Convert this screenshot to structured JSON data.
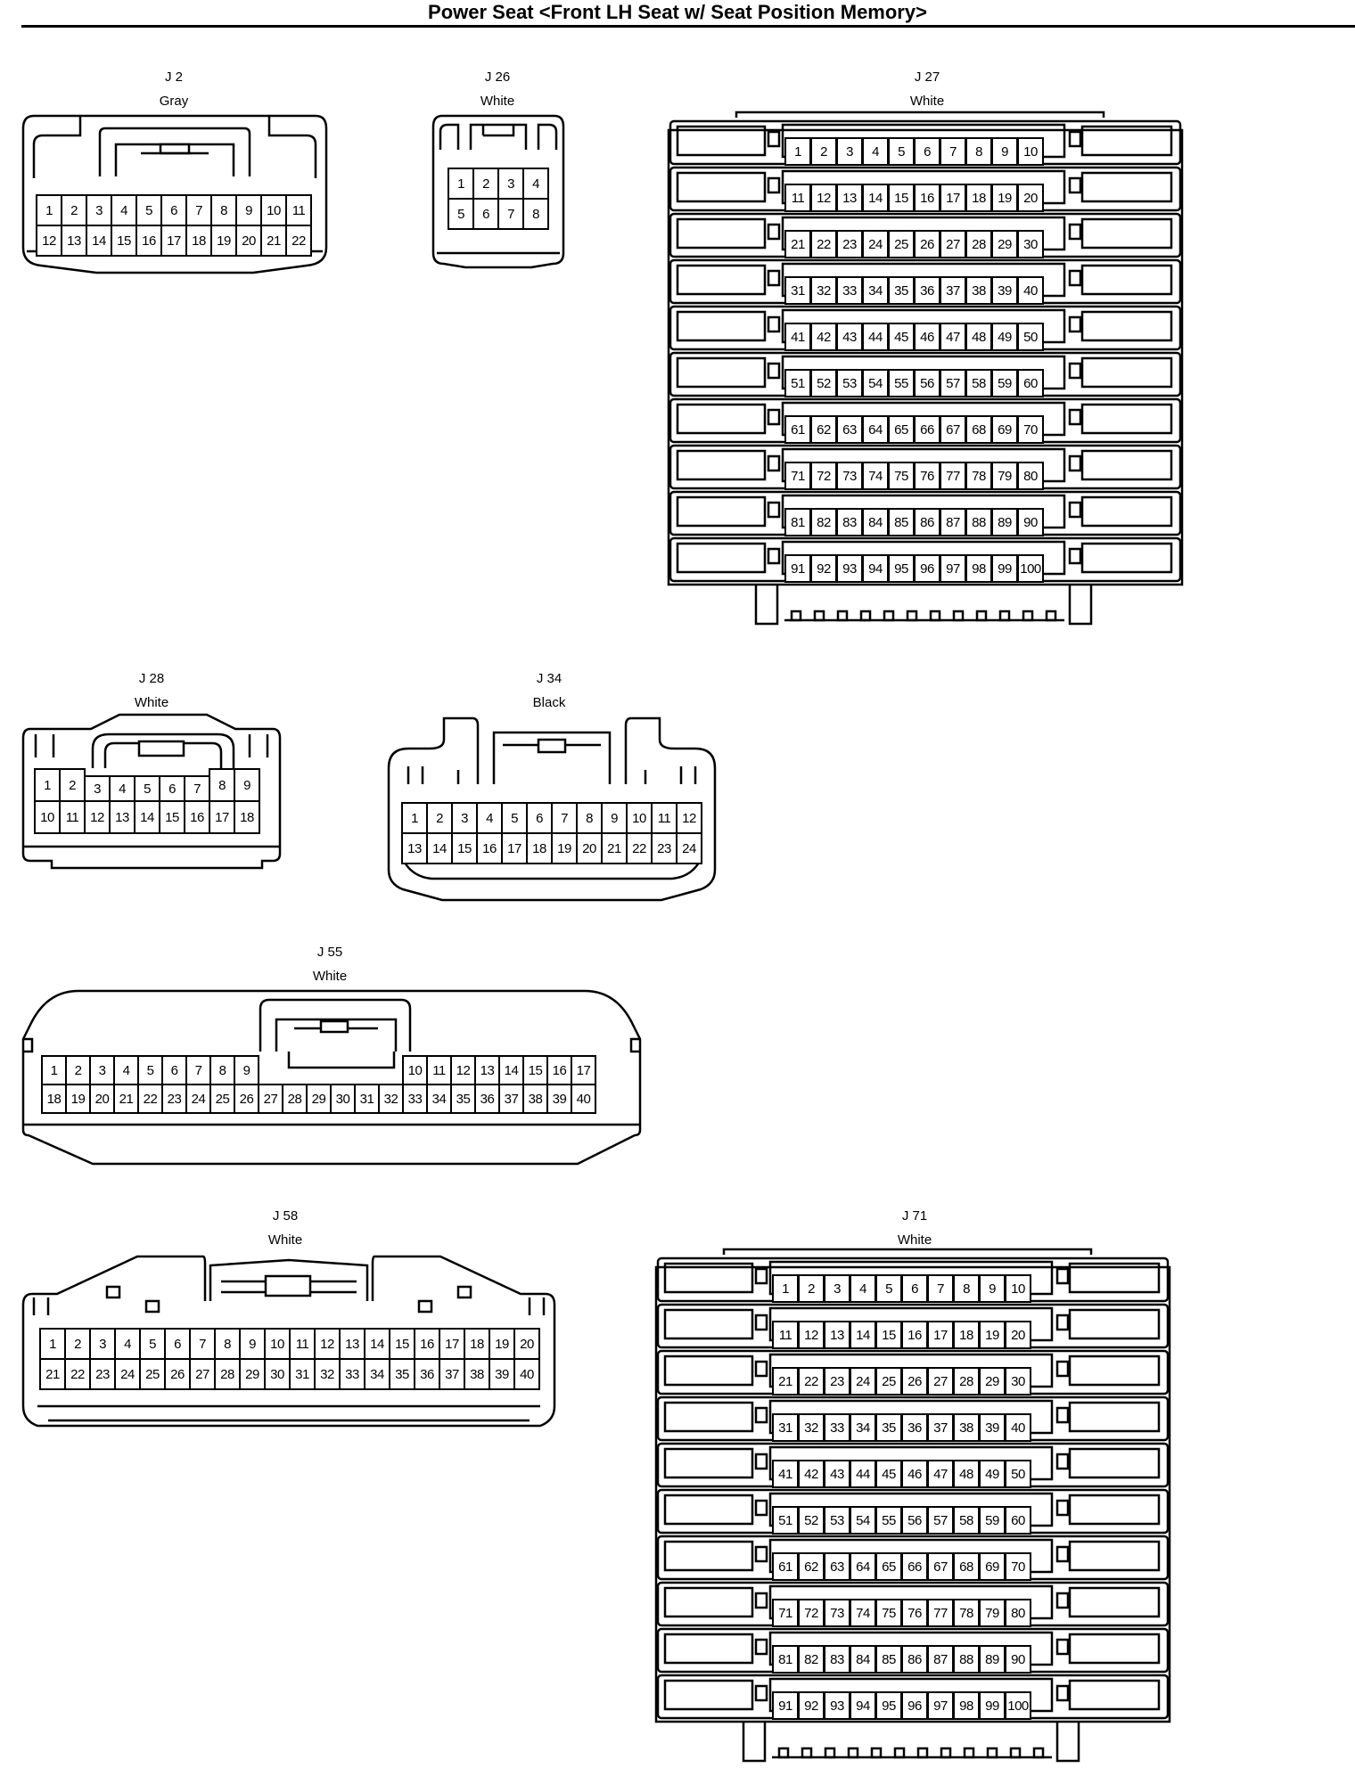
{
  "title": "Power Seat <Front LH Seat w/ Seat Position Memory>",
  "connectors": [
    {
      "id": "J 2",
      "color": "Gray"
    },
    {
      "id": "J 26",
      "color": "White"
    },
    {
      "id": "J 27",
      "color": "White"
    },
    {
      "id": "J 28",
      "color": "White"
    },
    {
      "id": "J 34",
      "color": "Black"
    },
    {
      "id": "J 55",
      "color": "White"
    },
    {
      "id": "J 58",
      "color": "White"
    },
    {
      "id": "J 71",
      "color": "White"
    }
  ],
  "pins": {
    "j2": [
      [
        "1",
        "2",
        "3",
        "4",
        "5",
        "6",
        "7",
        "8",
        "9",
        "10",
        "11"
      ],
      [
        "12",
        "13",
        "14",
        "15",
        "16",
        "17",
        "18",
        "19",
        "20",
        "21",
        "22"
      ]
    ],
    "j26": [
      [
        "1",
        "2",
        "3",
        "4"
      ],
      [
        "5",
        "6",
        "7",
        "8"
      ]
    ],
    "j27": [
      [
        "1",
        "2",
        "3",
        "4",
        "5",
        "6",
        "7",
        "8",
        "9",
        "10"
      ],
      [
        "11",
        "12",
        "13",
        "14",
        "15",
        "16",
        "17",
        "18",
        "19",
        "20"
      ],
      [
        "21",
        "22",
        "23",
        "24",
        "25",
        "26",
        "27",
        "28",
        "29",
        "30"
      ],
      [
        "31",
        "32",
        "33",
        "34",
        "35",
        "36",
        "37",
        "38",
        "39",
        "40"
      ],
      [
        "41",
        "42",
        "43",
        "44",
        "45",
        "46",
        "47",
        "48",
        "49",
        "50"
      ],
      [
        "51",
        "52",
        "53",
        "54",
        "55",
        "56",
        "57",
        "58",
        "59",
        "60"
      ],
      [
        "61",
        "62",
        "63",
        "64",
        "65",
        "66",
        "67",
        "68",
        "69",
        "70"
      ],
      [
        "71",
        "72",
        "73",
        "74",
        "75",
        "76",
        "77",
        "78",
        "79",
        "80"
      ],
      [
        "81",
        "82",
        "83",
        "84",
        "85",
        "86",
        "87",
        "88",
        "89",
        "90"
      ],
      [
        "91",
        "92",
        "93",
        "94",
        "95",
        "96",
        "97",
        "98",
        "99",
        "100"
      ]
    ],
    "j28": [
      [
        "1",
        "2",
        "3",
        "4",
        "5",
        "6",
        "7",
        "8",
        "9"
      ],
      [
        "10",
        "11",
        "12",
        "13",
        "14",
        "15",
        "16",
        "17",
        "18"
      ]
    ],
    "j34": [
      [
        "1",
        "2",
        "3",
        "4",
        "5",
        "6",
        "7",
        "8",
        "9",
        "10",
        "11",
        "12"
      ],
      [
        "13",
        "14",
        "15",
        "16",
        "17",
        "18",
        "19",
        "20",
        "21",
        "22",
        "23",
        "24"
      ]
    ],
    "j55": [
      [
        "1",
        "2",
        "3",
        "4",
        "5",
        "6",
        "7",
        "8",
        "9",
        "10",
        "11",
        "12",
        "13",
        "14",
        "15",
        "16",
        "17"
      ],
      [
        "18",
        "19",
        "20",
        "21",
        "22",
        "23",
        "24",
        "25",
        "26",
        "27",
        "28",
        "29",
        "30",
        "31",
        "32",
        "33",
        "34",
        "35",
        "36",
        "37",
        "38",
        "39",
        "40"
      ]
    ],
    "j58": [
      [
        "1",
        "2",
        "3",
        "4",
        "5",
        "6",
        "7",
        "8",
        "9",
        "10",
        "11",
        "12",
        "13",
        "14",
        "15",
        "16",
        "17",
        "18",
        "19",
        "20"
      ],
      [
        "21",
        "22",
        "23",
        "24",
        "25",
        "26",
        "27",
        "28",
        "29",
        "30",
        "31",
        "32",
        "33",
        "34",
        "35",
        "36",
        "37",
        "38",
        "39",
        "40"
      ]
    ],
    "j71": [
      [
        "1",
        "2",
        "3",
        "4",
        "5",
        "6",
        "7",
        "8",
        "9",
        "10"
      ],
      [
        "11",
        "12",
        "13",
        "14",
        "15",
        "16",
        "17",
        "18",
        "19",
        "20"
      ],
      [
        "21",
        "22",
        "23",
        "24",
        "25",
        "26",
        "27",
        "28",
        "29",
        "30"
      ],
      [
        "31",
        "32",
        "33",
        "34",
        "35",
        "36",
        "37",
        "38",
        "39",
        "40"
      ],
      [
        "41",
        "42",
        "43",
        "44",
        "45",
        "46",
        "47",
        "48",
        "49",
        "50"
      ],
      [
        "51",
        "52",
        "53",
        "54",
        "55",
        "56",
        "57",
        "58",
        "59",
        "60"
      ],
      [
        "61",
        "62",
        "63",
        "64",
        "65",
        "66",
        "67",
        "68",
        "69",
        "70"
      ],
      [
        "71",
        "72",
        "73",
        "74",
        "75",
        "76",
        "77",
        "78",
        "79",
        "80"
      ],
      [
        "81",
        "82",
        "83",
        "84",
        "85",
        "86",
        "87",
        "88",
        "89",
        "90"
      ],
      [
        "91",
        "92",
        "93",
        "94",
        "95",
        "96",
        "97",
        "98",
        "99",
        "100"
      ]
    ]
  }
}
